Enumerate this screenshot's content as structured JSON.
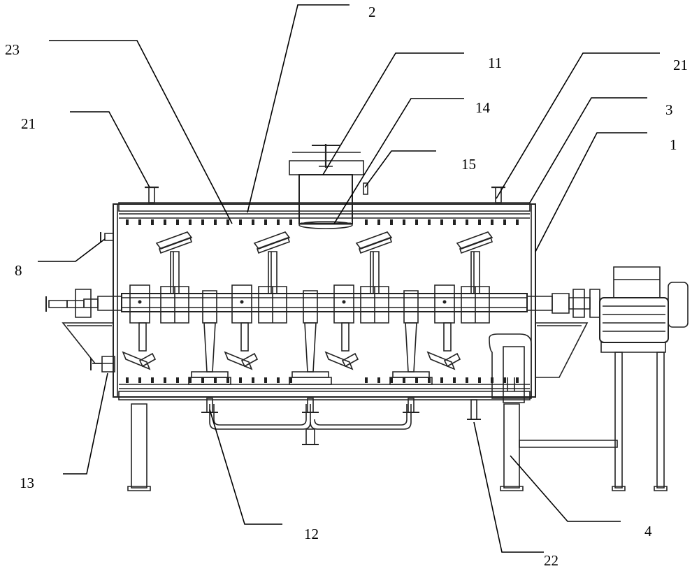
{
  "labels": {
    "l2": "2",
    "l23": "23",
    "l11": "11",
    "l21_right": "21",
    "l14": "14",
    "l21_left": "21",
    "l3": "3",
    "l1": "1",
    "l15": "15",
    "l8": "8",
    "l13": "13",
    "l12": "12",
    "l4": "4",
    "l22": "22"
  }
}
